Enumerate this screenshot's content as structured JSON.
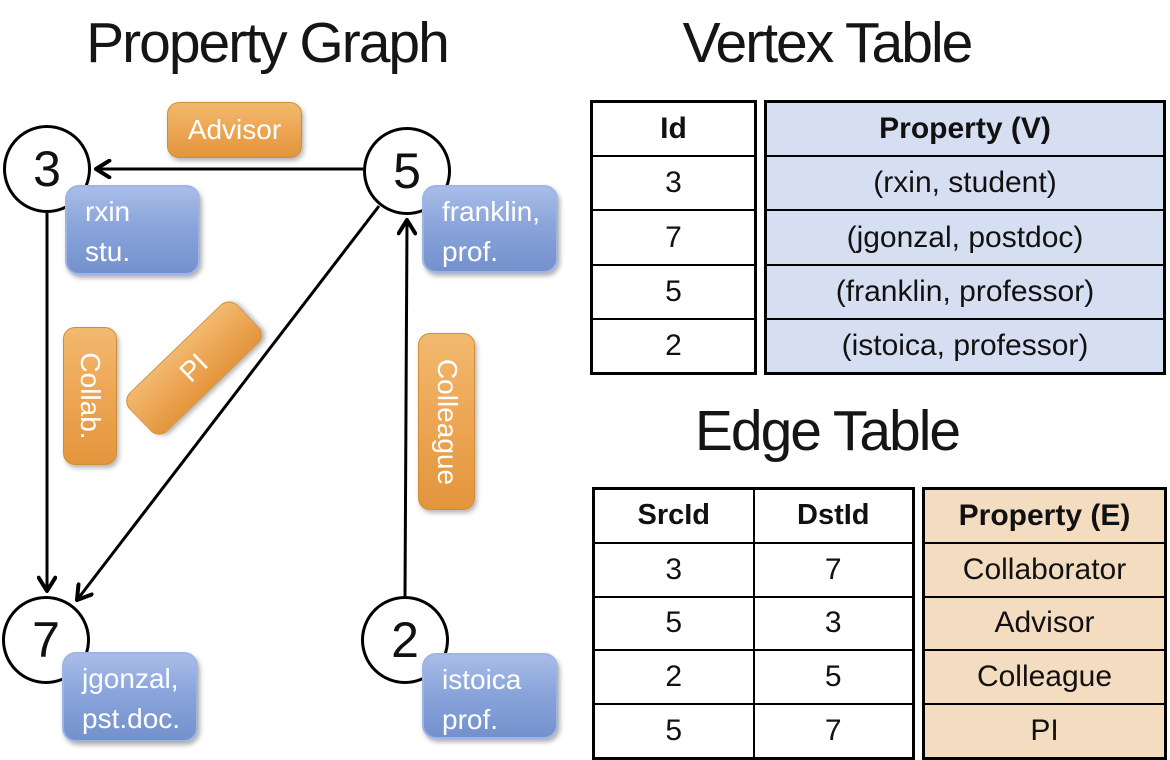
{
  "graph": {
    "title": "Property Graph",
    "nodes": [
      {
        "id": "3",
        "label": "rxin\nstu."
      },
      {
        "id": "5",
        "label": "franklin,\nprof."
      },
      {
        "id": "7",
        "label": "jgonzal,\npst.doc."
      },
      {
        "id": "2",
        "label": "istoica\nprof."
      }
    ],
    "edge_labels": [
      {
        "label": "Advisor"
      },
      {
        "label": "Collab."
      },
      {
        "label": "PI"
      },
      {
        "label": "Colleague"
      }
    ]
  },
  "vertex_table": {
    "title": "Vertex Table",
    "columns": [
      "Id",
      "Property (V)"
    ],
    "rows": [
      [
        "3",
        "(rxin, student)"
      ],
      [
        "7",
        "(jgonzal, postdoc)"
      ],
      [
        "5",
        "(franklin, professor)"
      ],
      [
        "2",
        "(istoica, professor)"
      ]
    ]
  },
  "edge_table": {
    "title": "Edge Table",
    "columns": [
      "SrcId",
      "DstId",
      "Property (E)"
    ],
    "rows": [
      [
        "3",
        "7",
        "Collaborator"
      ],
      [
        "5",
        "3",
        "Advisor"
      ],
      [
        "2",
        "5",
        "Colleague"
      ],
      [
        "5",
        "7",
        "PI"
      ]
    ]
  },
  "colors": {
    "edge_label_orange": "#eca654",
    "vertex_label_blue": "#8aa5db",
    "vertex_table_fill": "#d6dff2",
    "edge_table_fill": "#f4dcc1",
    "line_black": "#000000"
  }
}
